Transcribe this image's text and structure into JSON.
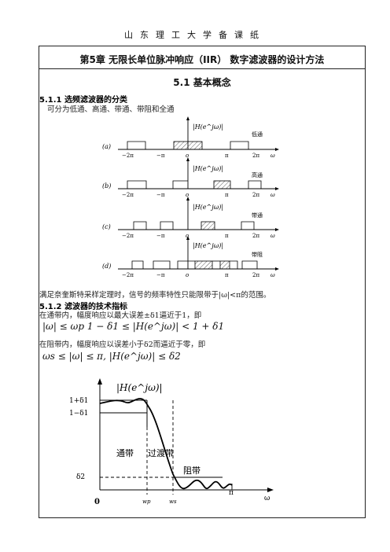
{
  "header": {
    "text": "山东理工大学备课纸"
  },
  "chapter": {
    "title": "第5章  无限长单位脉冲响应（IIR）  数字滤波器的设计方法"
  },
  "section": {
    "title": "5.1  基本概念"
  },
  "s511": {
    "heading": "5.1.1   选频滤波器的分类",
    "text": "可分为低通、高通、带通、带阻和全通"
  },
  "bands": {
    "y_label": "|H(e^jω)|",
    "rows": [
      {
        "tag": "(a)",
        "name": "低通",
        "ticks": [
          "−2π",
          "−π",
          "o",
          "π",
          "2π"
        ],
        "unit": "ω"
      },
      {
        "tag": "(b)",
        "name": "高通",
        "ticks": [
          "−2π",
          "−π",
          "o",
          "π",
          "2π"
        ],
        "unit": "ω"
      },
      {
        "tag": "(c)",
        "name": "带通",
        "ticks": [
          "−2π",
          "−π",
          "o",
          "π",
          "2π"
        ],
        "unit": "ω"
      },
      {
        "tag": "(d)",
        "name": "带阻",
        "ticks": [
          "−2π",
          "−π",
          "o",
          "π",
          "2π"
        ],
        "unit": "ω"
      }
    ]
  },
  "nyquist_text": "满足奈奎斯特采样定理时，信号的频率特性只能限带于|ω|<π的范围。",
  "s512": {
    "heading": "5.1.2  滤波器的技术指标",
    "pass_text": "在通带内，幅度响应以最大误差±δ1逼近于1，即",
    "pass_formula": "|ω| ≤ ωp      1 − δ1 ≤ |H(e^jω)| < 1 + δ1",
    "stop_text": "在阻带内，幅度响应以误差小于δ2而逼近于零，即",
    "stop_formula": "ωs ≤ |ω| ≤ π,      |H(e^jω)| ≤ δ2"
  },
  "spec_chart": {
    "y_label": "|H(e^jω)|",
    "levels": [
      "1+δ1",
      "1−δ1",
      "δ2"
    ],
    "regions": [
      "通带",
      "过渡带",
      "阻带"
    ],
    "edges": [
      "wp",
      "ws"
    ],
    "pi": "π",
    "omega": "ω",
    "origin": "0"
  }
}
